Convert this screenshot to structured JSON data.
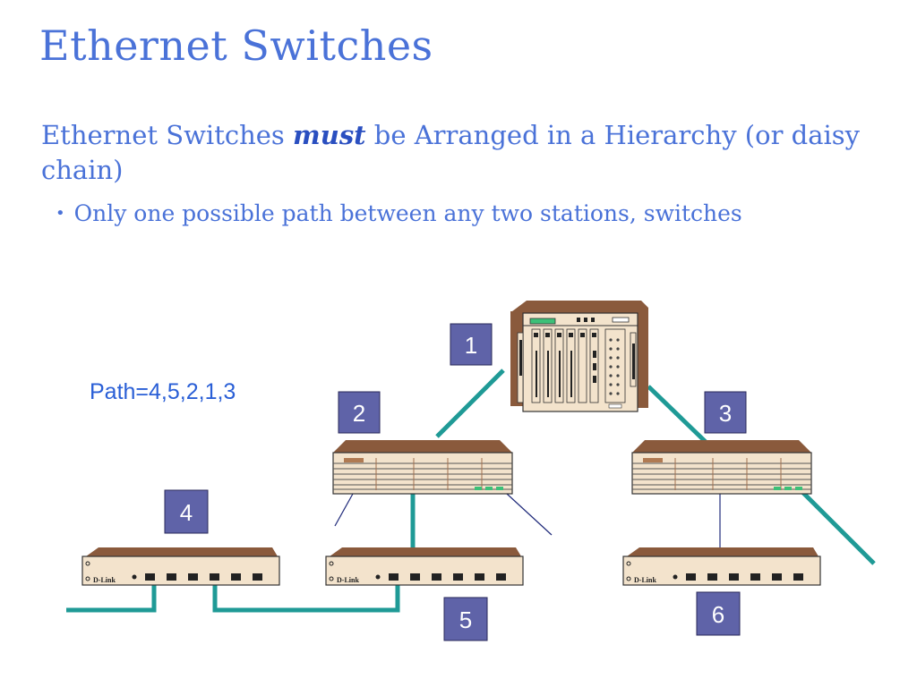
{
  "title": "Ethernet Switches",
  "subtitle": {
    "before": "Ethernet Switches",
    "emphasis": "must",
    "after": " be Arranged in a Hierarchy (or daisy chain)"
  },
  "bullet": "Only one possible path between any two stations, switches",
  "path_label": "Path=4,5,2,1,3",
  "nodes": [
    {
      "id": "1",
      "label": "1",
      "kind": "chassis-switch"
    },
    {
      "id": "2",
      "label": "2",
      "kind": "stackable-switch"
    },
    {
      "id": "3",
      "label": "3",
      "kind": "stackable-switch"
    },
    {
      "id": "4",
      "label": "4",
      "kind": "hub"
    },
    {
      "id": "5",
      "label": "5",
      "kind": "hub"
    },
    {
      "id": "6",
      "label": "6",
      "kind": "hub"
    }
  ],
  "hub_brand": "D-Link",
  "links": [
    {
      "from": "1",
      "to": "2",
      "style": "thick"
    },
    {
      "from": "1",
      "to": "3",
      "style": "thick"
    },
    {
      "from": "2",
      "to": "5",
      "style": "thick"
    },
    {
      "from": "4",
      "to": "5",
      "style": "thick"
    },
    {
      "from": "3",
      "to": "6",
      "style": "thin"
    }
  ],
  "colors": {
    "title": "#4a72d8",
    "label_box_fill": "#5f63a8",
    "thick_link": "#1f9a96",
    "thin_link": "#1f2a7a",
    "device_body": "#f3e3cc",
    "device_top": "#8a5a3c"
  }
}
